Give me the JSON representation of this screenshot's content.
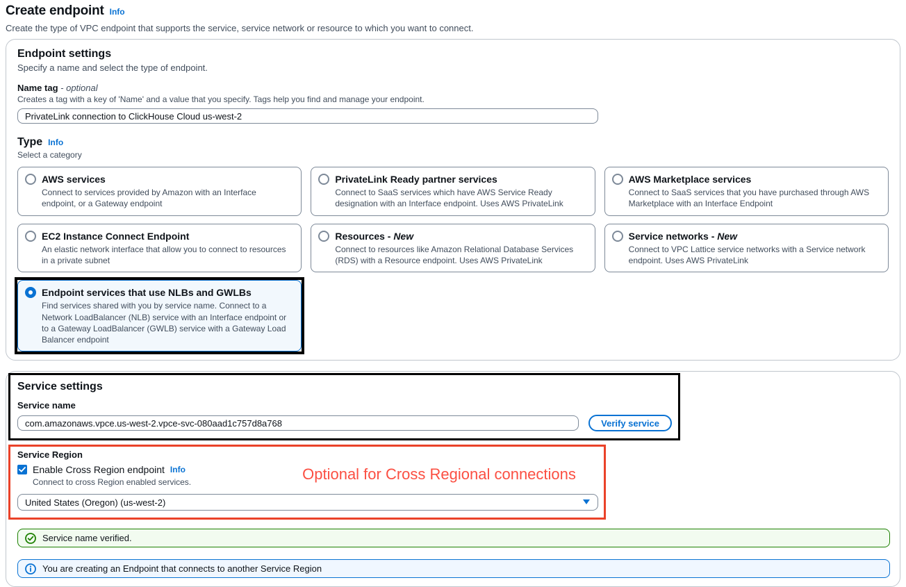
{
  "page": {
    "title": "Create endpoint",
    "info_label": "Info",
    "description": "Create the type of VPC endpoint that supports the service, service network or resource to which you want to connect."
  },
  "endpoint_settings": {
    "title": "Endpoint settings",
    "subtitle": "Specify a name and select the type of endpoint.",
    "name_tag": {
      "label": "Name tag",
      "optional_suffix": "- optional",
      "hint": "Creates a tag with a key of 'Name' and a value that you specify. Tags help you find and manage your endpoint.",
      "value": "PrivateLink connection to ClickHouse Cloud us-west-2"
    },
    "type": {
      "label": "Type",
      "info_label": "Info",
      "hint": "Select a category",
      "options": [
        {
          "title": "AWS services",
          "suffix": "",
          "description": "Connect to services provided by Amazon with an Interface endpoint, or a Gateway endpoint",
          "selected": false
        },
        {
          "title": "PrivateLink Ready partner services",
          "suffix": "",
          "description": "Connect to SaaS services which have AWS Service Ready designation with an Interface endpoint. Uses AWS PrivateLink",
          "selected": false
        },
        {
          "title": "AWS Marketplace services",
          "suffix": "",
          "description": "Connect to SaaS services that you have purchased through AWS Marketplace with an Interface Endpoint",
          "selected": false
        },
        {
          "title": "EC2 Instance Connect Endpoint",
          "suffix": "",
          "description": "An elastic network interface that allow you to connect to resources in a private subnet",
          "selected": false
        },
        {
          "title": "Resources -",
          "suffix": "New",
          "description": "Connect to resources like Amazon Relational Database Services (RDS) with a Resource endpoint. Uses AWS PrivateLink",
          "selected": false
        },
        {
          "title": "Service networks -",
          "suffix": "New",
          "description": "Connect to VPC Lattice service networks with a Service network endpoint. Uses AWS PrivateLink",
          "selected": false
        },
        {
          "title": "Endpoint services that use NLBs and GWLBs",
          "suffix": "",
          "description": "Find services shared with you by service name. Connect to a Network LoadBalancer (NLB) service with an Interface endpoint or to a Gateway LoadBalancer (GWLB) service with a Gateway Load Balancer endpoint",
          "selected": true
        }
      ]
    }
  },
  "service_settings": {
    "title": "Service settings",
    "service_name": {
      "label": "Service name",
      "value": "com.amazonaws.vpce.us-west-2.vpce-svc-080aad1c757d8a768"
    },
    "verify_button_label": "Verify service",
    "service_region": {
      "label": "Service Region",
      "checkbox_label": "Enable Cross Region endpoint",
      "info_label": "Info",
      "checkbox_checked": true,
      "hint": "Connect to cross Region enabled services.",
      "region_value": "United States (Oregon) (us-west-2)"
    },
    "annotation_note": "Optional for Cross Regional connections",
    "success_message": "Service name verified.",
    "info_message": "You are creating an Endpoint that connects to another Service Region"
  },
  "colors": {
    "accent_blue": "#0972d3",
    "annotation_red": "#ea4229",
    "annotation_text_red": "#fb4f42",
    "success_green": "#1d8102",
    "success_bg": "#f2fbf0",
    "info_bg": "#f0f7ff",
    "selected_tile_bg": "#f2f8fd"
  }
}
